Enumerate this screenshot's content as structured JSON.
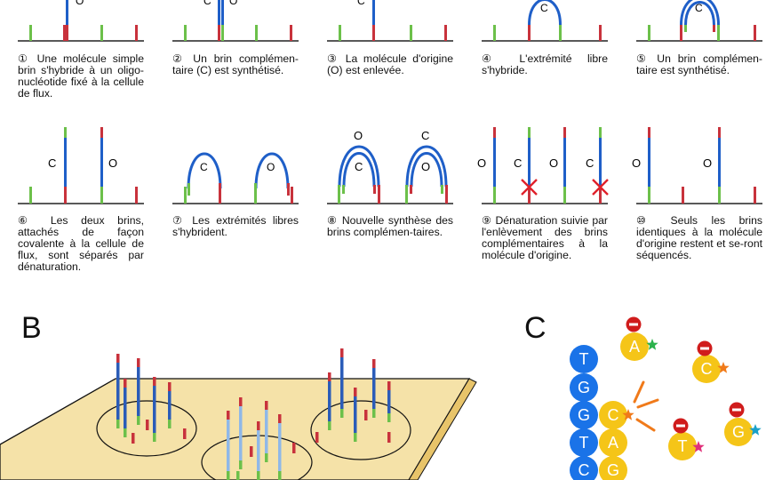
{
  "panel_a": {
    "steps": [
      {
        "number": "①",
        "text": "Une molécule simple brin s'hybride à un oligo-nucléotide fixé à la cellule de flux."
      },
      {
        "number": "②",
        "text": "Un brin complémen-taire (C) est synthétisé."
      },
      {
        "number": "③",
        "text": "La molécule d'origine (O) est enlevée."
      },
      {
        "number": "④",
        "text": "L'extrémité libre s'hybride."
      },
      {
        "number": "⑤",
        "text": "Un brin complémen-taire est synthétisé."
      },
      {
        "number": "⑥",
        "text": "Les deux brins, attachés de façon covalente à la cellule de flux, sont séparés par dénaturation."
      },
      {
        "number": "⑦",
        "text": "Les extrémités libres s'hybrident."
      },
      {
        "number": "⑧",
        "text": "Nouvelle synthèse des brins complémen-taires."
      },
      {
        "number": "⑨",
        "text": "Dénaturation suivie par l'enlèvement des brins complémentaires à la molécule d'origine."
      },
      {
        "number": "⑩",
        "text": "Seuls les brins identiques à la molécule d'origine restent et se-ront séquencés."
      }
    ],
    "labels": {
      "original": "O",
      "complement": "C"
    }
  },
  "panel_b": {
    "letter": "B"
  },
  "panel_c": {
    "letter": "C",
    "template_bases": [
      "T",
      "G",
      "G",
      "T",
      "C"
    ],
    "paired_bases": [
      "C",
      "A",
      "G"
    ],
    "free_nucleotides": [
      "A",
      "C",
      "T",
      "G"
    ],
    "blocker_symbol": "−"
  },
  "colors": {
    "original_strand": "#1f5fc8",
    "complement_strand": "#1f5fc8",
    "adapter_green": "#6cc04a",
    "adapter_red": "#c8323c",
    "flow_cell": "#f5e2a8",
    "template_base": "#1a73e8",
    "free_base": "#f5c518",
    "blocker": "#d01c1c",
    "cross": "#e0202a"
  }
}
